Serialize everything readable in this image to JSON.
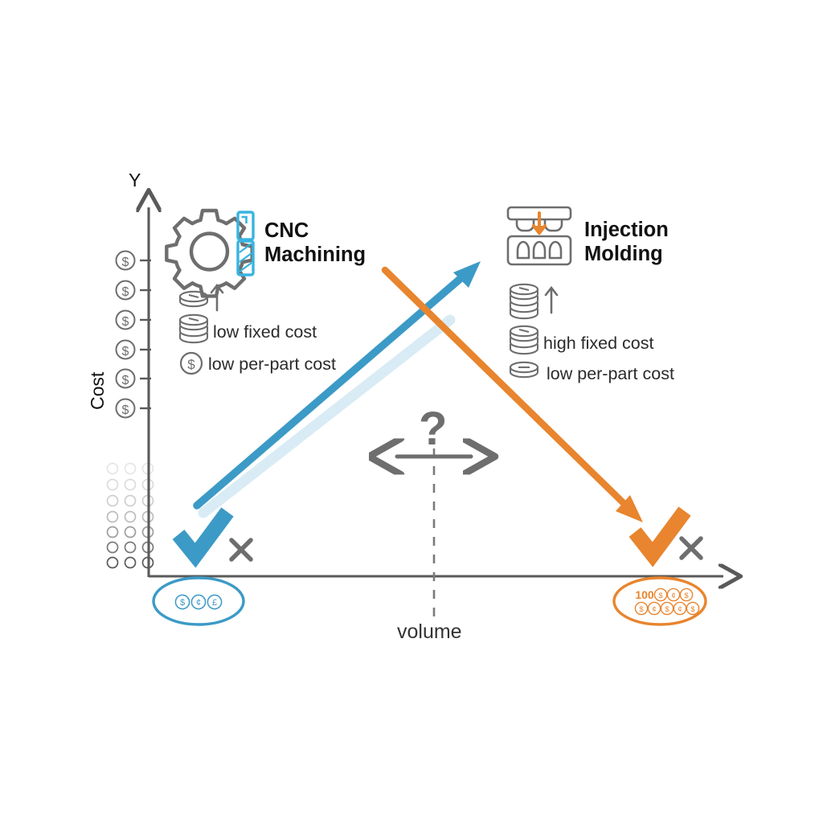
{
  "figure": {
    "background": "#ffffff",
    "axes": {
      "y_axis_letter": "Y",
      "y_axis_label": "Cost",
      "x_axis_label": "volume",
      "y_tick_icon": "dollar-coin-icon",
      "y_tick_count": 6,
      "axis_color": "#5a5a5a"
    },
    "colors": {
      "cnc_blue": "#3C9AC6",
      "cnc_blue_shadow": "#d9ecf5",
      "injection_orange": "#E8852E",
      "neutral_gray": "#6e6e6e",
      "icon_gray": "#656565",
      "text_black": "#111111"
    },
    "left_process": {
      "title": "CNC\nMachining",
      "title_line1": "CNC",
      "title_line2": "Machining",
      "icons": [
        "gear-icon",
        "end-mill-tool-icon"
      ],
      "trend_icon": "coin-up-arrow-icon",
      "bullets": [
        {
          "icon": "coin-stack-small-icon",
          "text": "low fixed cost"
        },
        {
          "icon": "dollar-coin-icon",
          "text": "low per-part cost"
        }
      ],
      "verdict": {
        "check": "checkmark-icon",
        "cross": "cross-icon"
      },
      "volume_badge": {
        "shape": "oval",
        "color": "#3C9AC6",
        "coins": [
          "$",
          "¢",
          "£"
        ],
        "prefix": ""
      }
    },
    "right_process": {
      "title": "Injection\nMolding",
      "title_line1": "Injection",
      "title_line2": "Molding",
      "icons": [
        "injection-mold-icon"
      ],
      "trend_icon": "coin-stack-up-arrow-icon",
      "bullets": [
        {
          "icon": "coin-stack-medium-icon",
          "text": "high fixed cost"
        },
        {
          "icon": "single-coin-icon",
          "text": "low per-part cost"
        }
      ],
      "verdict": {
        "check": "checkmark-icon",
        "cross": "cross-icon"
      },
      "volume_badge": {
        "shape": "oval",
        "color": "#E8852E",
        "prefix": "100",
        "coins_row1": [
          "$",
          "¢",
          "$"
        ],
        "coins_row2": [
          "$",
          "¢",
          "$",
          "¢",
          "$"
        ]
      }
    },
    "crossover": {
      "question_mark": "?",
      "arrow_icon": "double-headed-arrow-icon",
      "divider": "dashed-vertical-line"
    },
    "decoration": {
      "dot_grid": {
        "columns": 3,
        "rows": 7,
        "icon": "dot-grid-icon"
      }
    }
  },
  "chart_data": {
    "type": "line",
    "title": "",
    "xlabel": "volume",
    "ylabel": "Cost",
    "xlim": [
      0,
      100
    ],
    "ylim": [
      0,
      100
    ],
    "grid": false,
    "legend_position": "in-plot",
    "annotations": [
      "CNC Machining",
      "low fixed cost",
      "low per-part cost",
      "Injection Molding",
      "high fixed cost",
      "low per-part cost",
      "?",
      "volume",
      "Cost",
      "Y",
      "100"
    ],
    "series": [
      {
        "name": "CNC Machining",
        "color": "#3C9AC6",
        "style": "upward-arrow",
        "x": [
          9,
          60
        ],
        "y": [
          12,
          84
        ],
        "note": "cost rises with volume"
      },
      {
        "name": "Injection Molding",
        "color": "#E8852E",
        "style": "downward-arrow",
        "x": [
          48,
          92
        ],
        "y": [
          90,
          14
        ],
        "note": "cost falls with volume"
      }
    ],
    "crossover_x": 53,
    "y_tick_labels": [
      "$",
      "$",
      "$",
      "$",
      "$",
      "$"
    ]
  }
}
